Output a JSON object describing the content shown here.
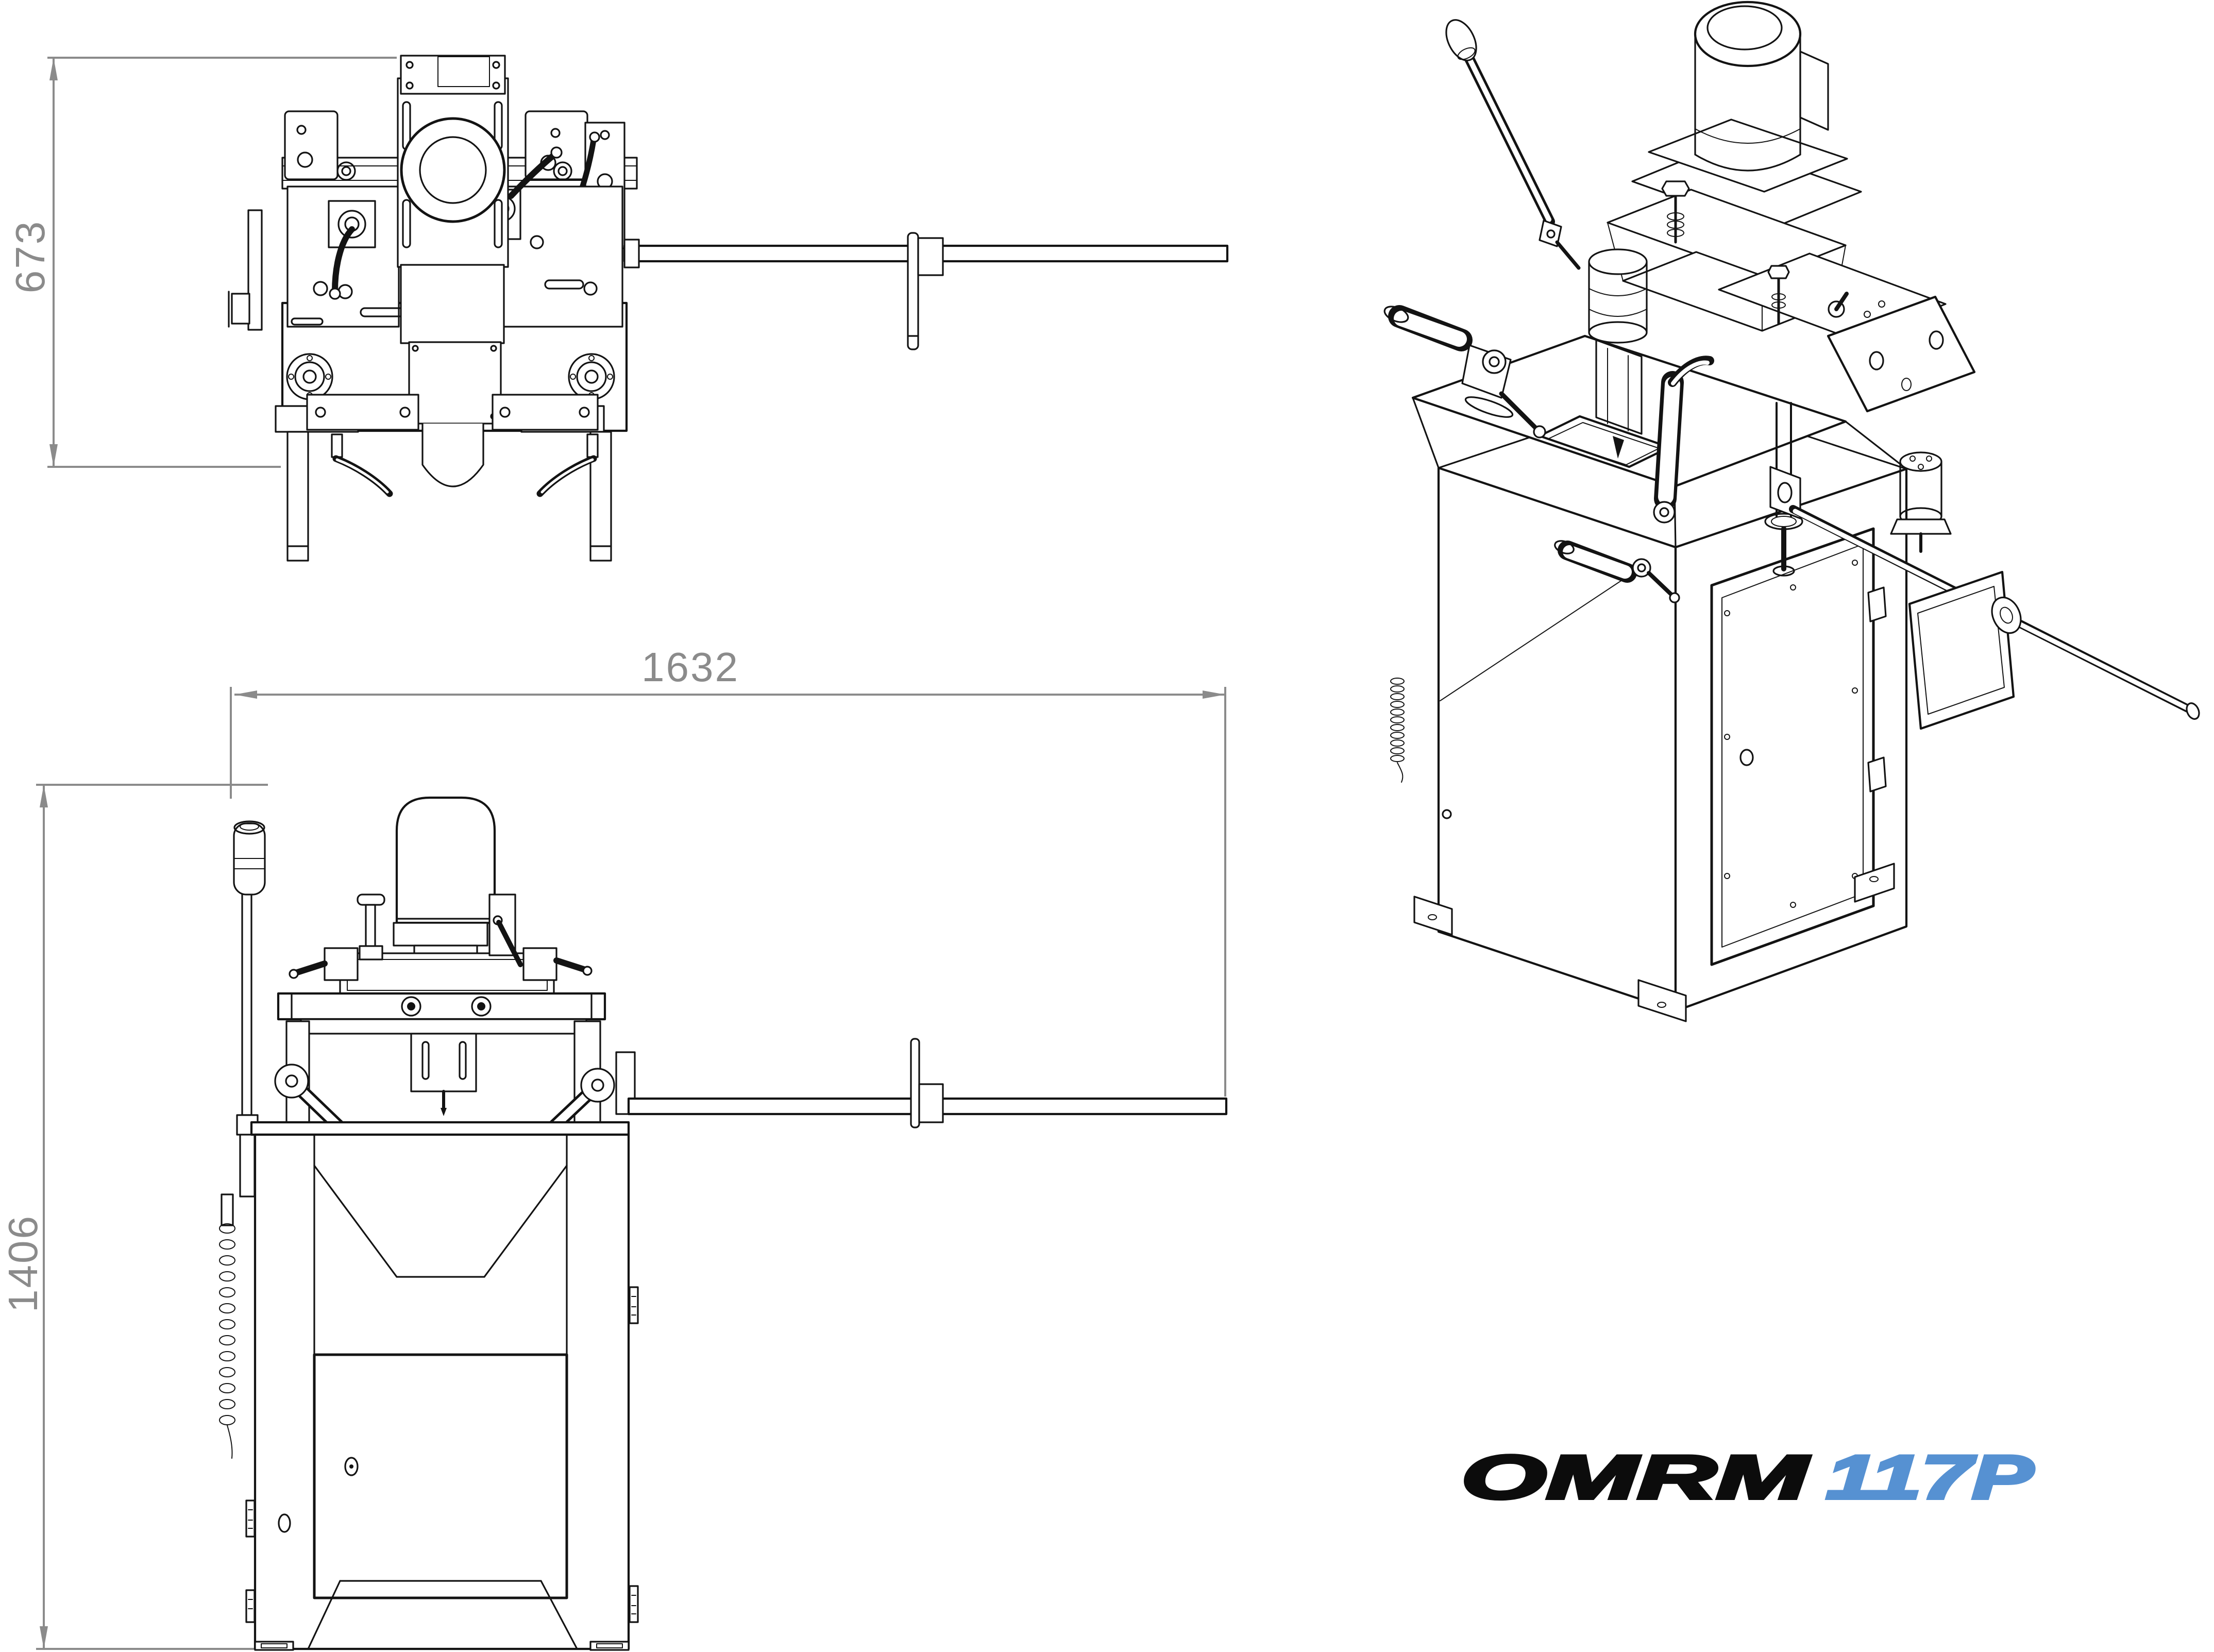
{
  "logo": {
    "brand": "OMRM",
    "model": "117P",
    "brand_color": "#0c0c0c",
    "model_color": "#5691d2"
  },
  "dimensions": {
    "top_view_depth": {
      "value": "673",
      "orientation": "vertical"
    },
    "front_view_width": {
      "value": "1632",
      "orientation": "horizontal"
    },
    "front_view_height": {
      "value": "1406",
      "orientation": "vertical"
    }
  },
  "colors": {
    "line": "#131313",
    "dimension": "#8b8b8b",
    "background": "#ffffff"
  }
}
